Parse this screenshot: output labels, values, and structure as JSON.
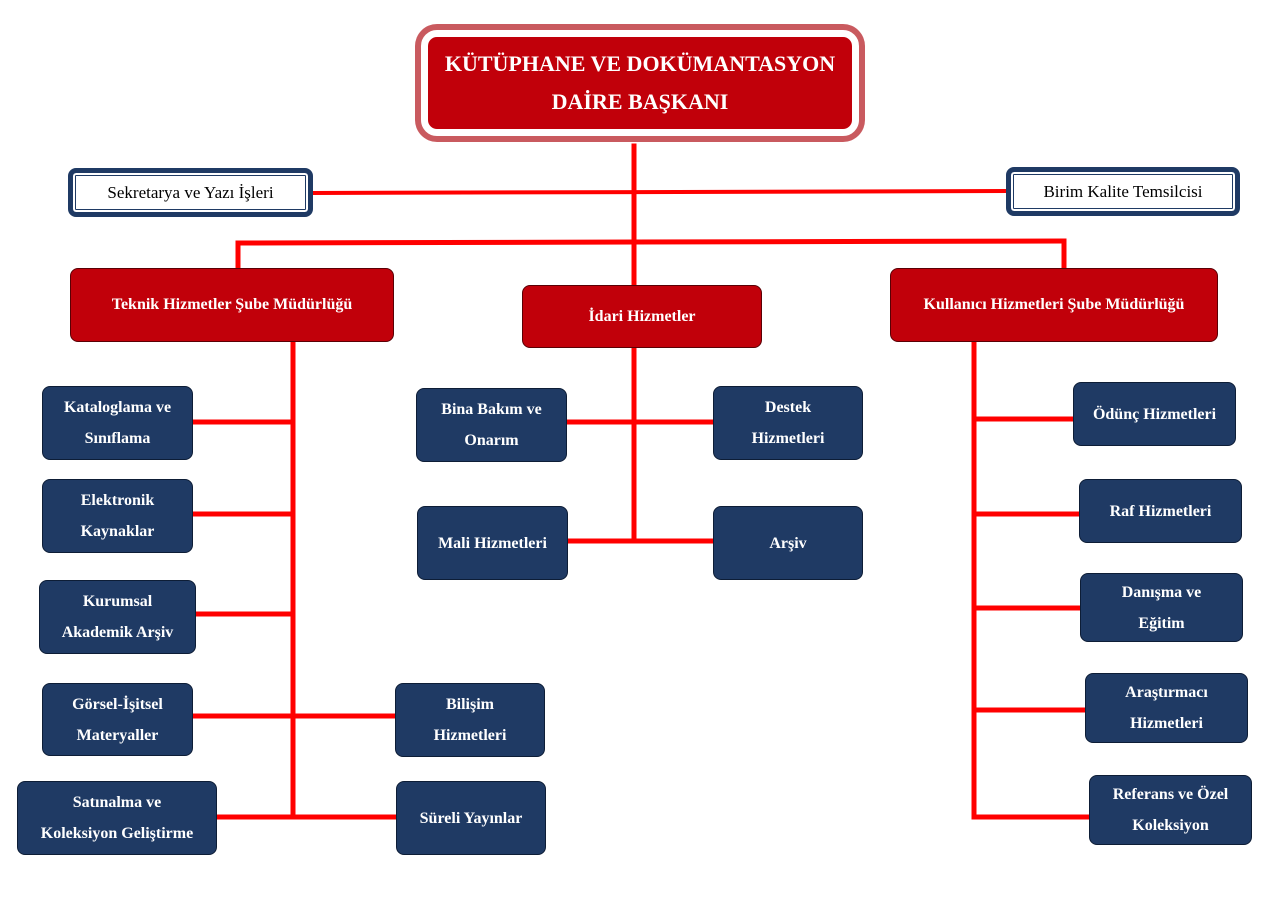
{
  "colors": {
    "line": "#ff0000",
    "head": "#c1000a",
    "unit": "#1f3a64",
    "side_border": "#1f3a64"
  },
  "head": {
    "title": "KÜTÜPHANE VE DOKÜMANTASYON\nDAİRE BAŞKANI"
  },
  "staff": {
    "left": "Sekretarya ve Yazı İşleri",
    "right": "Birim Kalite Temsilcisi"
  },
  "branches": {
    "technical": "Teknik Hizmetler Şube Müdürlüğü",
    "admin": "İdari Hizmetler",
    "user": "Kullanıcı Hizmetleri Şube Müdürlüğü"
  },
  "technical_units": {
    "cataloging": "Kataloglama ve\nSınıflama",
    "electronic": "Elektronik\nKaynaklar",
    "repository": "Kurumsal\nAkademik Arşiv",
    "audiovisual": "Görsel-İşitsel\nMateryaller",
    "it": "Bilişim\nHizmetleri",
    "acquisition": "Satınalma ve\nKoleksiyon Geliştirme",
    "periodicals": "Süreli Yayınlar"
  },
  "admin_units": {
    "maintenance": "Bina Bakım ve\nOnarım",
    "support": "Destek\nHizmetleri",
    "finance": "Mali Hizmetleri",
    "archive": "Arşiv"
  },
  "user_units": {
    "lending": "Ödünç Hizmetleri",
    "shelf": "Raf Hizmetleri",
    "consulting": "Danışma ve\nEğitim",
    "researcher": "Araştırmacı\nHizmetleri",
    "reference": "Referans ve Özel\nKoleksiyon"
  }
}
